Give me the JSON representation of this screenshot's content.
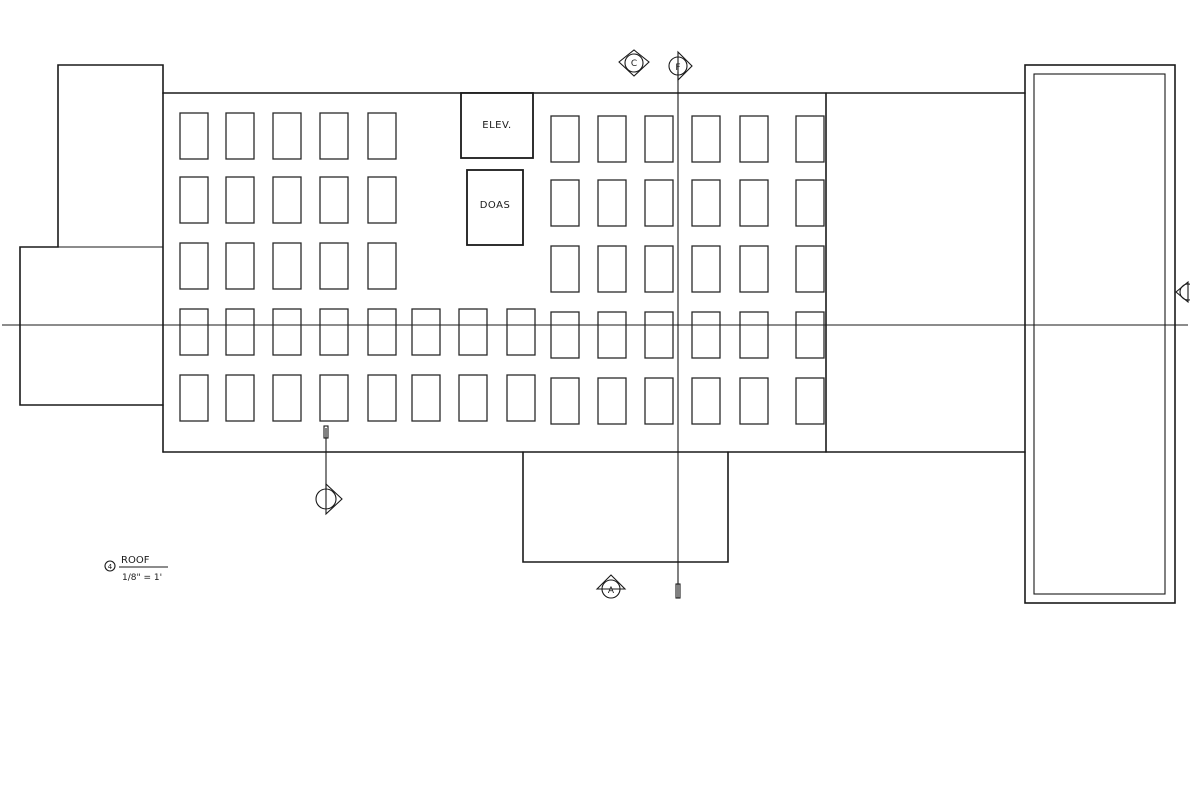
{
  "drawing": {
    "labels": {
      "elevator": "ELEV.",
      "doas": "DOAS"
    },
    "markers": {
      "grid_c": "C",
      "grid_f": "F",
      "section_a": "A"
    },
    "title_block": {
      "number": "4",
      "name": "ROOF",
      "scale": "1/8\" = 1'"
    },
    "panel_array": {
      "left_group_rows": 5,
      "right_group_columns": 6,
      "right_group_rows": 5
    }
  }
}
